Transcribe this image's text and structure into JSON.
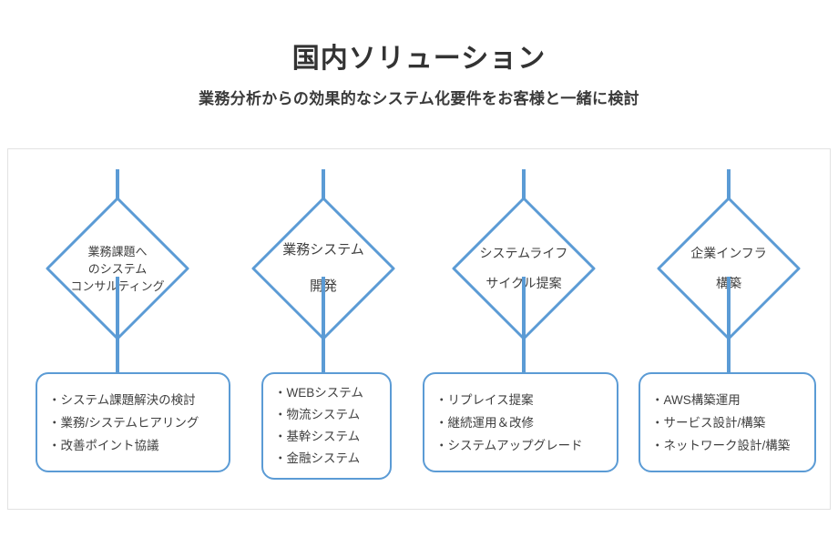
{
  "header": {
    "title": "国内ソリューション",
    "subtitle": "業務分析からの効果的なシステム化要件をお客様と一緒に検討"
  },
  "accent_color": "#5b9bd5",
  "frame_border_color": "#e2e2e2",
  "text_color": "#3f3f3f",
  "columns": [
    {
      "node_lines": [
        "業務課題へ",
        "のシステム",
        "コンサルティング"
      ],
      "items": [
        "・システム課題解決の検討",
        "・業務/システムヒアリング",
        "・改善ポイント協議"
      ]
    },
    {
      "node_lines": [
        "業務システム",
        "開発"
      ],
      "items": [
        "・WEBシステム",
        "・物流システム",
        "・基幹システム",
        "・金融システム"
      ]
    },
    {
      "node_lines": [
        "システムライフ",
        "サイクル提案"
      ],
      "items": [
        "・リプレイス提案",
        "・継続運用＆改修",
        "・システムアップグレード"
      ]
    },
    {
      "node_lines": [
        "企業インフラ",
        "構築"
      ],
      "items": [
        "・AWS構築運用",
        "・サービス設計/構築",
        "・ネットワーク設計/構築"
      ]
    }
  ]
}
